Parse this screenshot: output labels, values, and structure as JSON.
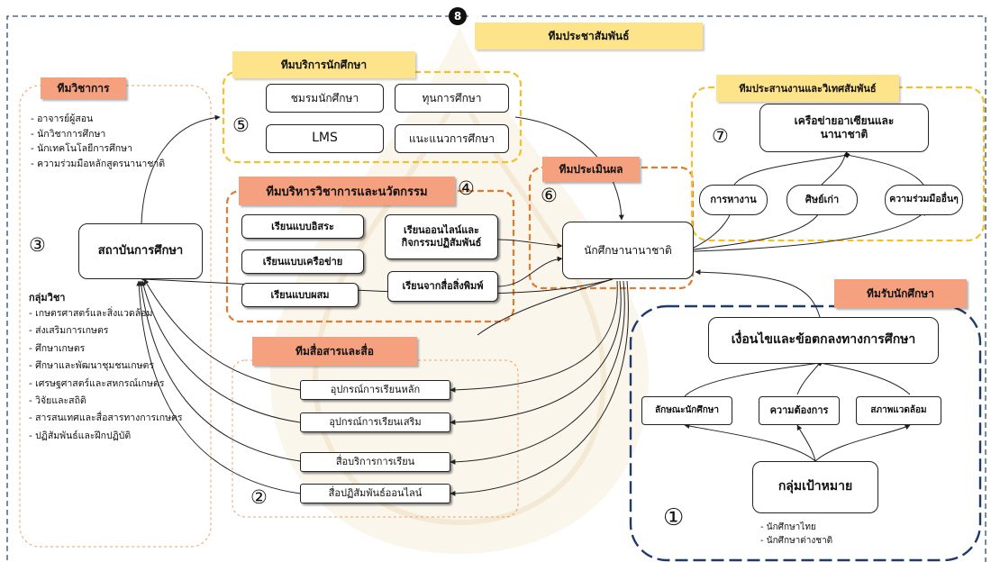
{
  "teams": {
    "pr": {
      "title": "ทีมประชาสัมพันธ์",
      "number": "8"
    },
    "academic": {
      "title": "ทีมวิชาการ",
      "staff": [
        "- อาจารย์ผู้สอน",
        "- นักวิชาการศึกษา",
        "- นักเทคโนโลยีการศึกษา",
        "- ความร่วมมือหลักสูตรนานาชาติ"
      ],
      "number": "③",
      "institution": "สถาบันการศึกษา",
      "subjects_title": "กลุ่มวิชา",
      "subjects": [
        "- เกษตรศาสตร์และสิ่งแวดล้อม",
        "- ส่งเสริมการเกษตร",
        "- ศึกษาเกษตร",
        "- ศึกษาและพัฒนาชุมชนเกษตร",
        "- เศรษฐศาสตร์และสหกรณ์เกษตร",
        "- วิจัยและสถิติ",
        "- สารสนเทศและสื่อสารทางการเกษตร",
        "- ปฏิสัมพันธ์และฝึกปฏิบัติ"
      ]
    },
    "service": {
      "title": "ทีมบริการนักศึกษา",
      "number": "⑤",
      "items": [
        "ชมรมนักศึกษา",
        "ทุนการศึกษา",
        "LMS",
        "แนะแนวการศึกษา"
      ]
    },
    "innovation": {
      "title": "ทีมบริหารวิชาการและนวัตกรรม",
      "number": "④",
      "items": [
        "เรียนแบบอิสระ",
        "เรียนแบบเครือข่าย",
        "เรียนแบบผสม",
        "เรียนออนไลน์และกิจกรรมปฏิสัมพันธ์",
        "เรียนจากสื่อสิ่งพิมพ์"
      ]
    },
    "media": {
      "title": "ทีมสื่อสารและสื่อ",
      "number": "②",
      "items": [
        "อุปกรณ์การเรียนหลัก",
        "อุปกรณ์การเรียนเสริม",
        "สื่อบริการการเรียน",
        "สื่อปฏิสัมพันธ์ออนไลน์"
      ]
    },
    "evaluation": {
      "title": "ทีมประเมินผล",
      "number": "⑥",
      "node": "นักศึกษานานาชาติ"
    },
    "coordination": {
      "title": "ทีมประสานงานและวิเทศสัมพันธ์",
      "number": "⑦",
      "network": "เครือข่ายอาเซียนและนานาชาติ",
      "items": [
        "การหางาน",
        "ศิษย์เก่า",
        "ความร่วมมืออื่นๆ"
      ]
    },
    "admission": {
      "title": "ทีมรับนักศึกษา",
      "number": "①",
      "conditions": "เงื่อนไขและข้อตกลงทางการศึกษา",
      "factors": [
        "ลักษณะนักศึกษา",
        "ความต้องการ",
        "สภาพแวดล้อม"
      ],
      "target": "กลุ่มเป้าหมาย",
      "target_list": [
        "- นักศึกษาไทย",
        "- นักศึกษาต่างชาติ"
      ]
    }
  },
  "colors": {
    "frame_dashed": "#2b4d7a",
    "yellow_dashed": "#f2c12e",
    "orange_dashed": "#e07b32",
    "light_orange_dashed": "#f0a070",
    "navy_dashed": "#1f3a6b",
    "salmon_header": "#f5a17f",
    "yellow_header": "#fde38a"
  }
}
